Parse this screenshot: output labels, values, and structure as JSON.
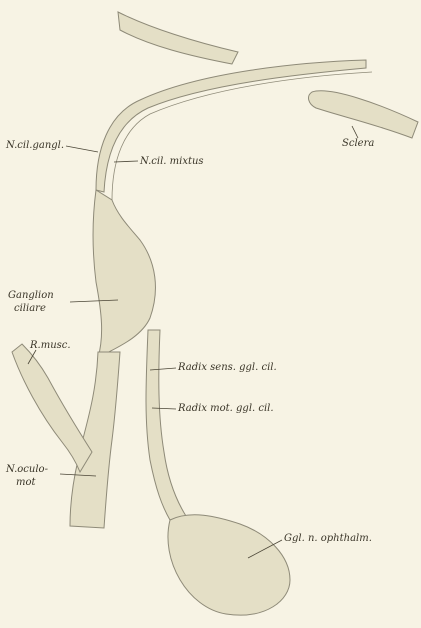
{
  "figure": {
    "labels": {
      "n_cil_gangl": "N.cil.gangl.",
      "n_cil_mixtus": "N.cil. mixtus",
      "sclera": "Sclera",
      "ganglion_ciliare_1": "Ganglion",
      "ganglion_ciliare_2": "ciliare",
      "r_musc": "R.musc.",
      "radix_sens": "Radix sens. ggl. cil.",
      "radix_mot": "Radix mot. ggl. cil.",
      "n_oculomot_1": "N.oculo-",
      "n_oculomot_2": "mot",
      "ggl_ophthalm": "Ggl. n. ophthalm."
    },
    "colors": {
      "background": "#f7f3e4",
      "tissue_fill": "#e4dfc6",
      "tissue_edge": "#8e8a78",
      "leader": "#4a4536"
    }
  }
}
